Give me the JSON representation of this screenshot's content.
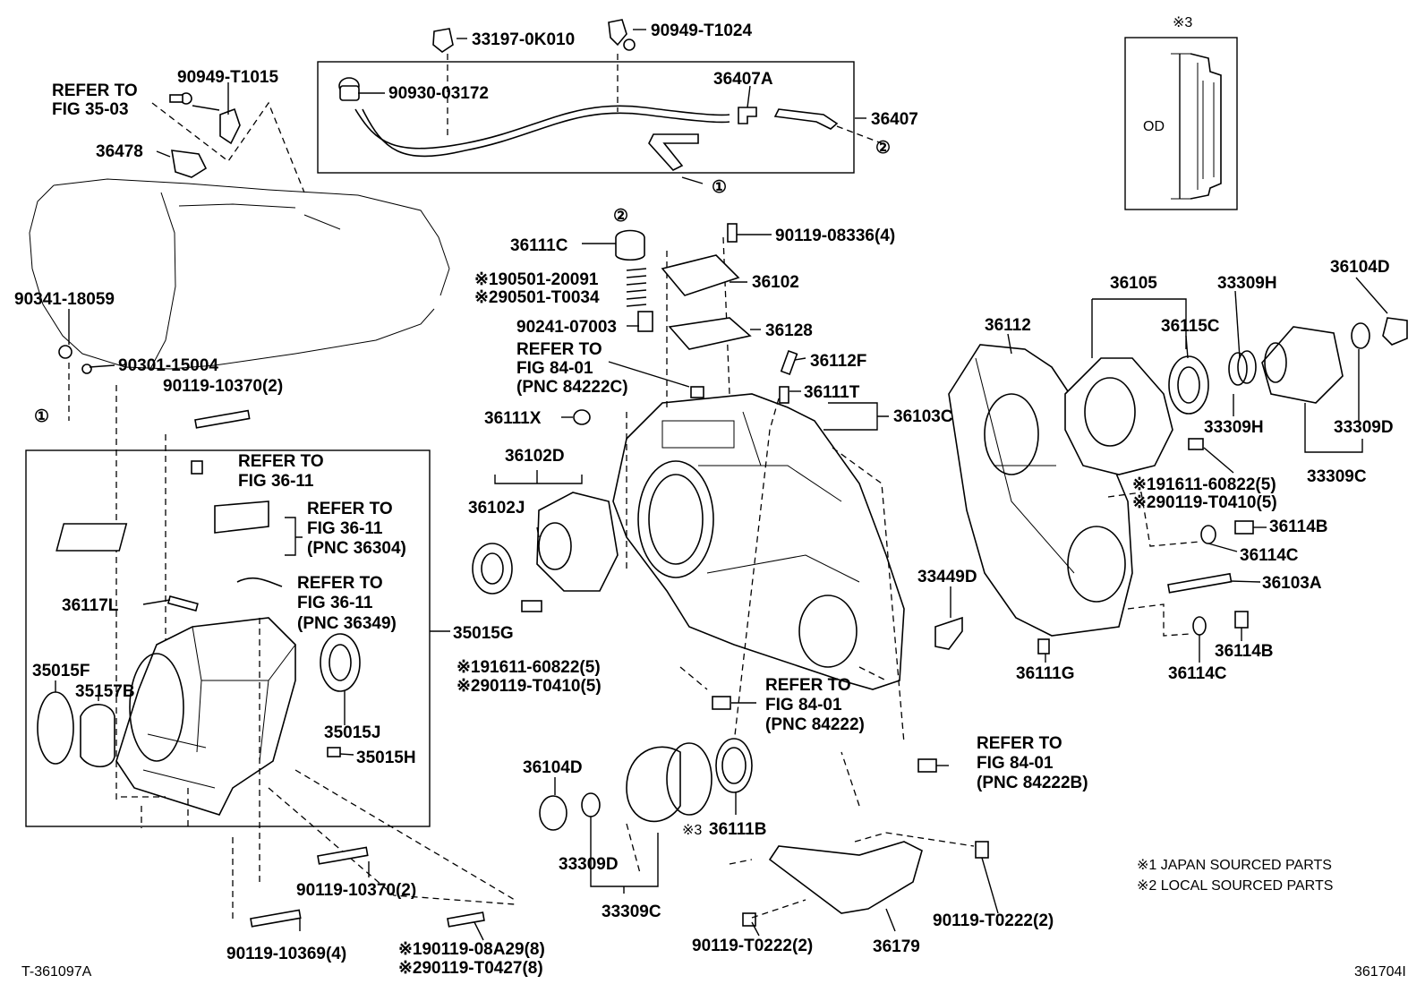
{
  "diagram": {
    "figure_id": "T-361097A",
    "figure_code": "361704I",
    "inset_note": "※3",
    "inset_od_label": "OD",
    "legend": {
      "japan": "※1 JAPAN SOURCED PARTS",
      "local": "※2 LOCAL SOURCED PARTS"
    },
    "callouts": {
      "p33197": "33197-0K010",
      "p90949t1024": "90949-T1024",
      "p90949t1015": "90949-T1015",
      "refer3503a": "REFER TO",
      "refer3503b": "FIG 35-03",
      "p90930": "90930-03172",
      "p36407a": "36407A",
      "p36407": "36407",
      "p36478": "36478",
      "p90341": "90341-18059",
      "p90301": "90301-15004",
      "p90119_10370_top": "90119-10370(2)",
      "p36111c": "36111C",
      "p90119_08336": "90119-08336(4)",
      "p36102": "36102",
      "p90501_20091": "※190501-20091",
      "p90501_t0034": "※290501-T0034",
      "p90241": "90241-07003",
      "p36128": "36128",
      "refer8401a_1": "REFER TO",
      "refer8401a_2": "FIG 84-01",
      "refer8401a_3": "(PNC 84222C)",
      "p36112f": "36112F",
      "p36111t": "36111T",
      "p36103c": "36103C",
      "p36111x": "36111X",
      "p36102d": "36102D",
      "p36102j": "36102J",
      "p36105": "36105",
      "p33309h_top": "33309H",
      "p36104d_top": "36104D",
      "p36112": "36112",
      "p36115c": "36115C",
      "p33309h_mid": "33309H",
      "p33309d_top": "33309D",
      "p33309c_top": "33309C",
      "p91611_top": "※191611-60822(5)",
      "p90119_t0410_top": "※290119-T0410(5)",
      "p36114b_top": "36114B",
      "p36114c_top": "36114C",
      "p36103a": "36103A",
      "p36114b_bot": "36114B",
      "p36114c_bot": "36114C",
      "p36111g": "36111G",
      "p33449d": "33449D",
      "refer3611a_1": "REFER TO",
      "refer3611a_2": "FIG 36-11",
      "refer3611b_1": "REFER TO",
      "refer3611b_2": "FIG 36-11",
      "refer3611b_3": "(PNC 36304)",
      "refer3611c_1": "REFER TO",
      "refer3611c_2": "FIG 36-11",
      "refer3611c_3": "(PNC 36349)",
      "p36117l": "36117L",
      "p35015g": "35015G",
      "p91611_mid": "※191611-60822(5)",
      "p90119_t0410_mid": "※290119-T0410(5)",
      "p35015f": "35015F",
      "p35157b": "35157B",
      "p35015j": "35015J",
      "p35015h": "35015H",
      "refer8401b_1": "REFER TO",
      "refer8401b_2": "FIG 84-01",
      "refer8401b_3": "(PNC 84222)",
      "refer8401c_1": "REFER TO",
      "refer8401c_2": "FIG 84-01",
      "refer8401c_3": "(PNC 84222B)",
      "p36104d_bot": "36104D",
      "p36111b_note": "※3",
      "p36111b": "36111B",
      "p33309d_bot": "33309D",
      "p33309c_bot": "33309C",
      "p90119_10370_bot": "90119-10370(2)",
      "p90119_10369": "90119-10369(4)",
      "p90119_08a29": "※190119-08A29(8)",
      "p90119_t0427": "※290119-T0427(8)",
      "p90119_t0222_r": "90119-T0222(2)",
      "p90119_t0222_l": "90119-T0222(2)",
      "p36179": "36179",
      "mark1": "①",
      "mark2": "②"
    }
  }
}
